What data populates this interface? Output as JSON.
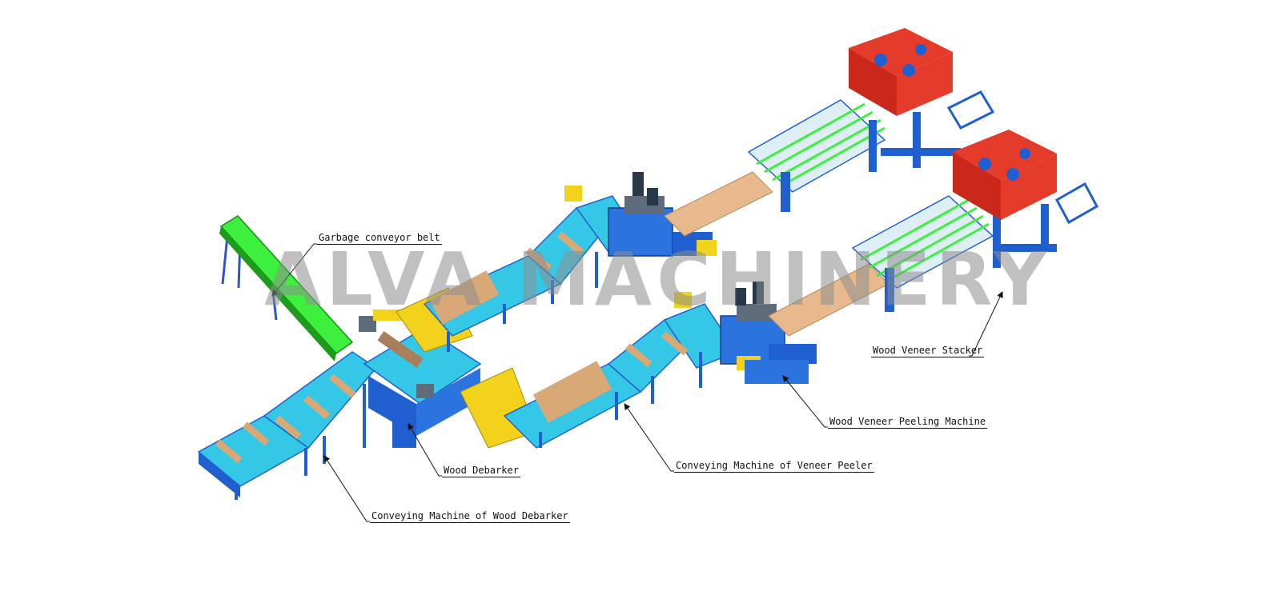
{
  "watermark": "ALVA MACHINERY",
  "labels": {
    "garbage_conveyor": "Garbage conveyor belt",
    "wood_debarker": "Wood Debarker",
    "conveying_debarker": "Conveying Machine of Wood Debarker",
    "conveying_peeler": "Conveying Machine of Veneer Peeler",
    "veneer_peeling": "Wood Veneer Peeling Machine",
    "veneer_stacker": "Wood Veneer Stacker"
  },
  "colors": {
    "conveyor_cyan": "#35c8e6",
    "frame_blue": "#1f5fd0",
    "garbage_green": "#3df03d",
    "log_tan": "#d9a877",
    "veneer_sheet": "#e7b98c",
    "accent_yellow": "#f3d21b",
    "stacker_red": "#e53b2a",
    "leader_line": "#111111"
  }
}
